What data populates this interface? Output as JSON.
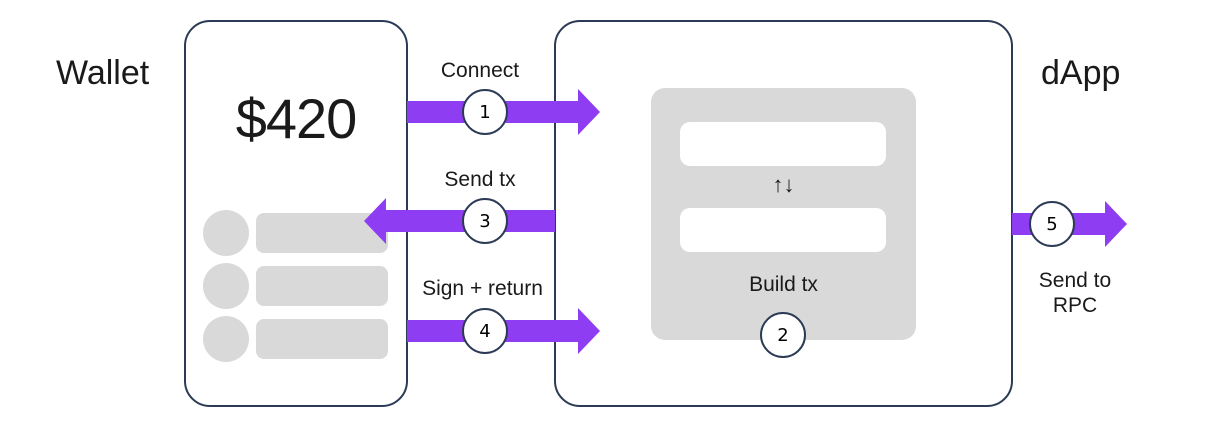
{
  "wallet": {
    "title": "Wallet",
    "balance": "$420",
    "list_rows": 3
  },
  "dapp": {
    "title": "dApp",
    "panel_label": "Build tx",
    "swap_glyph": "↑↓"
  },
  "steps": [
    {
      "number": "1",
      "label": "Connect"
    },
    {
      "number": "2",
      "label": "Build tx"
    },
    {
      "number": "3",
      "label": "Send tx"
    },
    {
      "number": "4",
      "label": "Sign + return"
    },
    {
      "number": "5",
      "label": "Send to RPC"
    }
  ],
  "rpc_label_lines": [
    "Send to",
    "RPC"
  ],
  "colors": {
    "arrow": "#8f3df2",
    "frame": "#2b3a55",
    "panel": "#d9d9d9"
  }
}
